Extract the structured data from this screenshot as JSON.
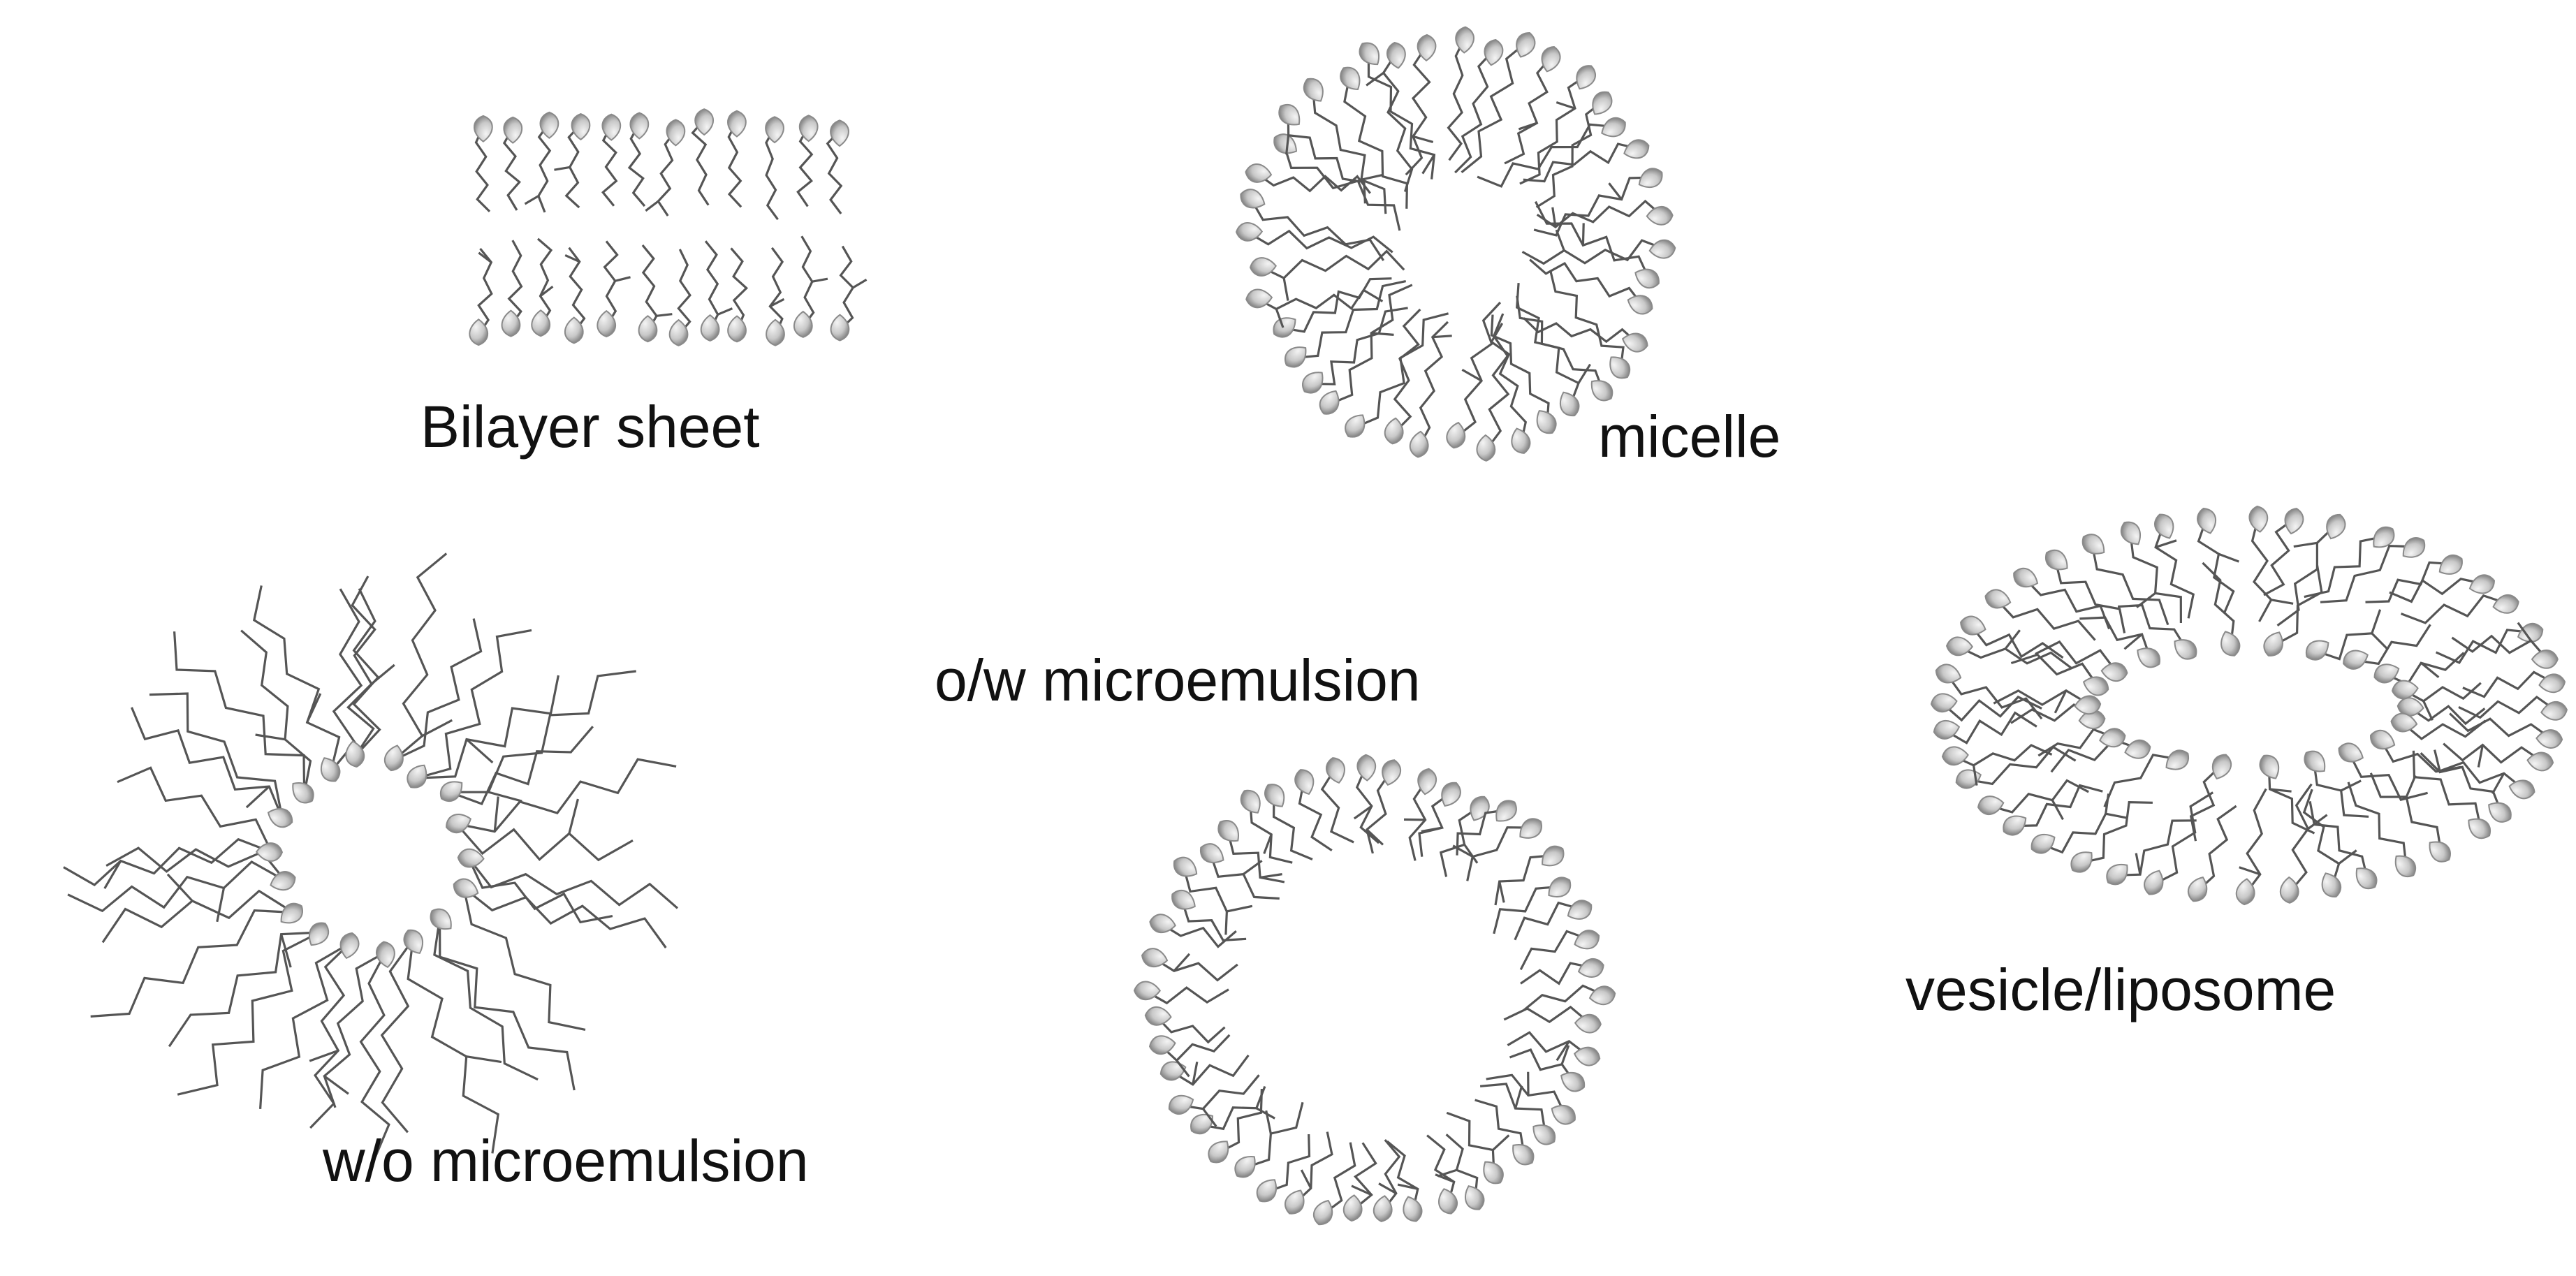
{
  "colors": {
    "background": "#ffffff",
    "tail_stroke": "#555555",
    "head_fill": "#cfcfcf",
    "head_shade": "#8a8a8a",
    "label_text": "#111111"
  },
  "structures": [
    {
      "id": "bilayer-sheet",
      "label": "Bilayer sheet",
      "kind": "bilayer"
    },
    {
      "id": "micelle",
      "label": "micelle",
      "kind": "micelle"
    },
    {
      "id": "ow-microemulsion",
      "label": "o/w microemulsion",
      "kind": "ring-heads-out"
    },
    {
      "id": "wo-microemulsion",
      "label": "w/o microemulsion",
      "kind": "ring-heads-in"
    },
    {
      "id": "vesicle-liposome",
      "label": "vesicle/liposome",
      "kind": "vesicle"
    }
  ]
}
